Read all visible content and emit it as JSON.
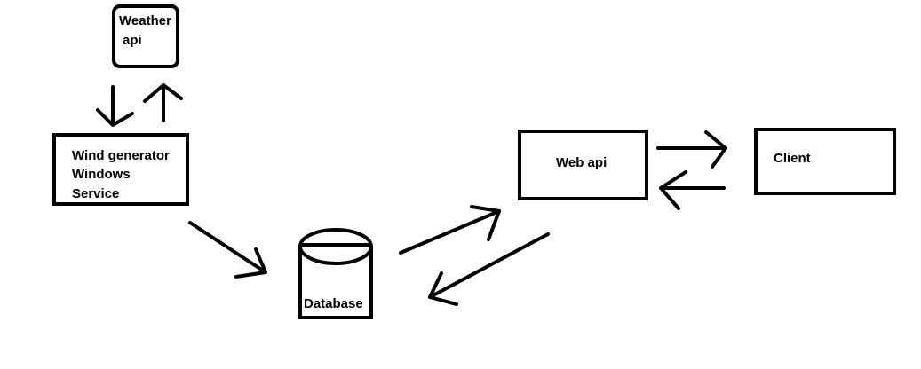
{
  "diagram": {
    "nodes": {
      "weather_api": {
        "line1": "Weather",
        "line2": "api"
      },
      "wind_service": {
        "line1": "Wind generator",
        "line2": "Windows",
        "line3": "Service"
      },
      "database": {
        "label": "Database"
      },
      "web_api": {
        "label": "Web api"
      },
      "client": {
        "label": "Client"
      }
    },
    "edges": [
      {
        "from": "weather_api",
        "to": "wind_service"
      },
      {
        "from": "wind_service",
        "to": "weather_api"
      },
      {
        "from": "wind_service",
        "to": "database"
      },
      {
        "from": "database",
        "to": "web_api"
      },
      {
        "from": "web_api",
        "to": "database"
      },
      {
        "from": "web_api",
        "to": "client"
      },
      {
        "from": "client",
        "to": "web_api"
      }
    ],
    "colors": {
      "stroke": "#000000",
      "background": "#ffffff"
    }
  }
}
